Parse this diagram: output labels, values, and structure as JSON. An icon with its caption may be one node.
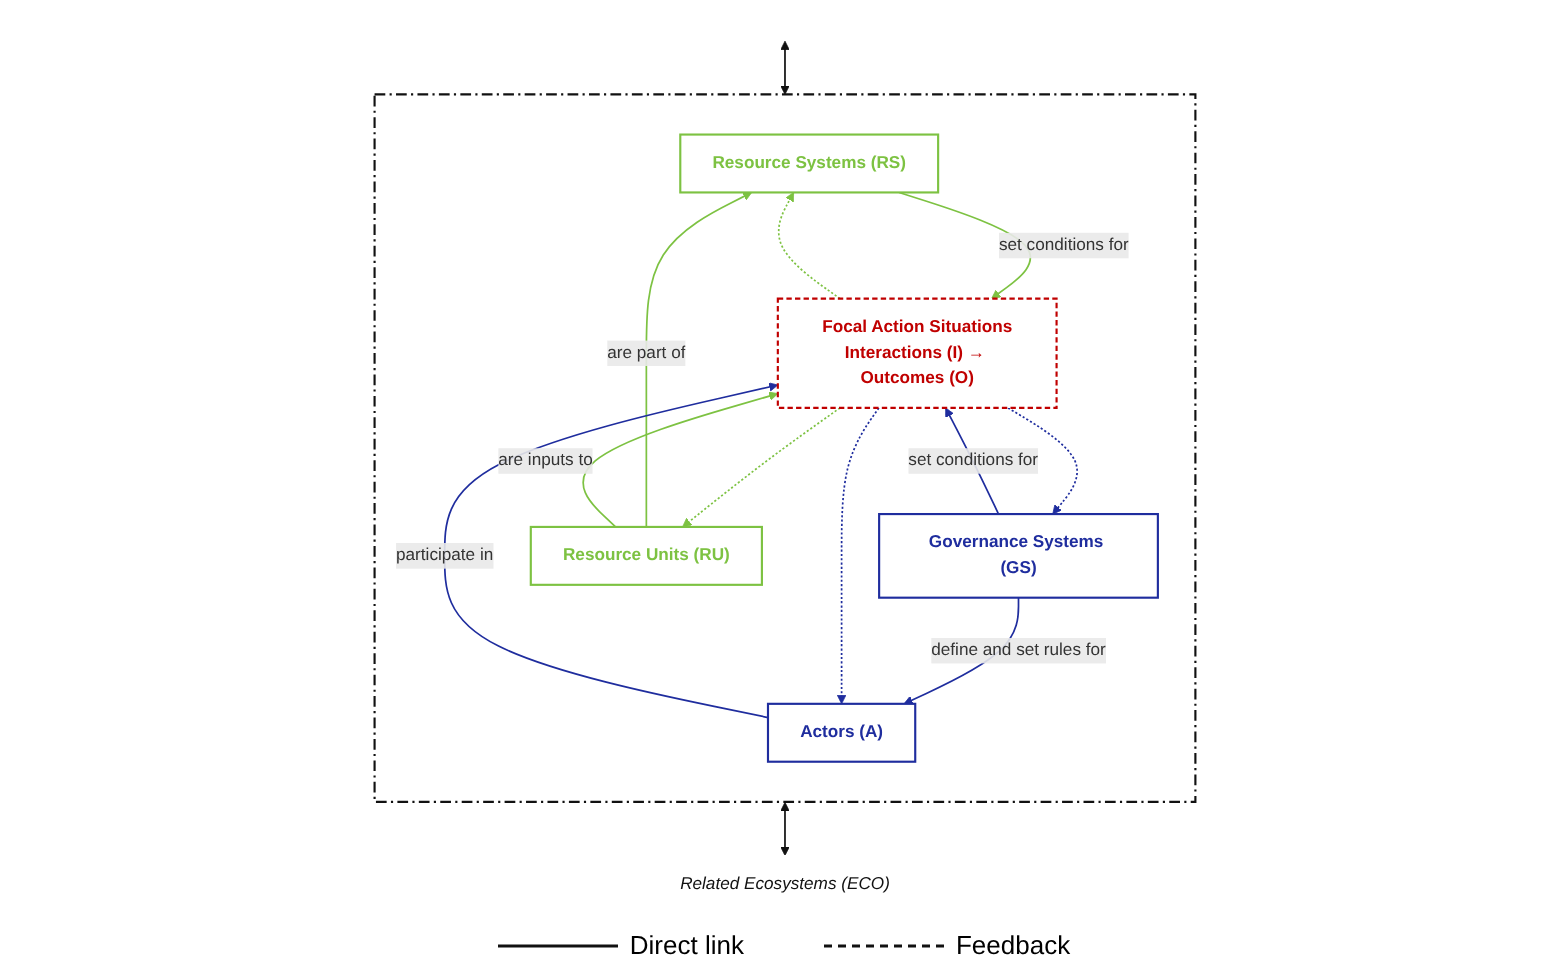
{
  "diagram": {
    "nodes": [
      {
        "text": [],
        "shape": "box"
      },
      {
        "text": [
          "Resource Systems (RS)"
        ],
        "in": 0
      },
      {
        "text": [
          "Governance Systems (GS)"
        ],
        "in": 0
      },
      {
        "text": [
          "Focal Action Situations",
          "Interactions (I) → Outcomes (O)"
        ],
        "in": 0
      },
      {
        "text": [
          "Resource Units (RU)"
        ],
        "in": 0
      },
      {
        "text": [
          "Actors (A)"
        ],
        "in": 0
      },
      {
        "text": [
          "Related Ecosystems (ECO)"
        ]
      }
    ],
    "edges": [
      {
        "from": null,
        "to": 0,
        "arrow": "both",
        "color": "#111111"
      },
      {
        "from": 0,
        "to": 6,
        "arrow": "both",
        "color": "#111111"
      },
      {
        "from": 1,
        "to": 3,
        "arrow": "to",
        "label": "set conditions for",
        "color": "#7dc242"
      },
      {
        "from": 2,
        "to": 3,
        "arrow": "to",
        "label": "set conditions for",
        "color": "#1f2d9e"
      },
      {
        "from": 2,
        "to": 5,
        "arrow": "to",
        "label": "define and set rules for",
        "color": "#1f2d9e"
      },
      {
        "from": 4,
        "to": 1,
        "arrow": "to",
        "label": "are part of",
        "color": "#7dc242"
      },
      {
        "from": 4,
        "to": 3,
        "arrow": "to",
        "label": "are inputs to",
        "color": "#7dc242"
      },
      {
        "from": 5,
        "to": 3,
        "arrow": "to",
        "label": "participate in",
        "color": "#1f2d9e"
      },
      {
        "from": 3,
        "to": 1,
        "arrow": "to",
        "style": "dashed",
        "color": "#7dc242"
      },
      {
        "from": 3,
        "to": 4,
        "arrow": "to",
        "style": "dashed",
        "color": "#7dc242"
      },
      {
        "from": 3,
        "to": 2,
        "arrow": "to",
        "style": "dashed",
        "color": "#1f2d9e"
      },
      {
        "from": 3,
        "to": 5,
        "arrow": "to",
        "style": "dashed",
        "color": "#1f2d9e"
      }
    ],
    "legend": [
      {
        "text": "Direct link"
      },
      {
        "text": "Feedback"
      }
    ]
  }
}
